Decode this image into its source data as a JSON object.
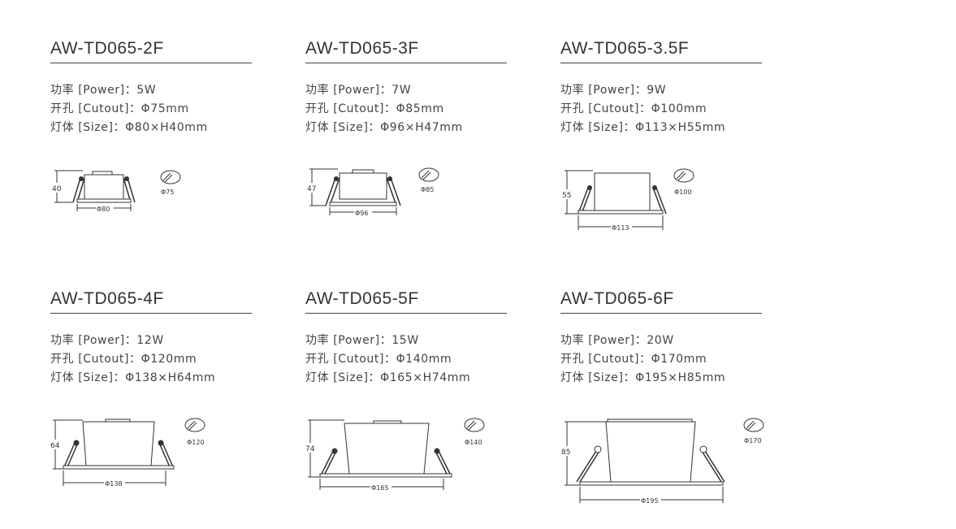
{
  "products": [
    {
      "model": "AW-TD065-2F",
      "power": "功率 [Power]：5W",
      "cutout": "开孔 [Cutout]：Φ75mm",
      "size": "灯体 [Size]：Φ80×H40mm",
      "drawing": {
        "height": "40",
        "width": "Φ80",
        "cutout": "Φ75"
      }
    },
    {
      "model": "AW-TD065-3F",
      "power": "功率 [Power]：7W",
      "cutout": "开孔 [Cutout]：Φ85mm",
      "size": "灯体 [Size]：Φ96×H47mm",
      "drawing": {
        "height": "47",
        "width": "Φ96",
        "cutout": "Φ85"
      }
    },
    {
      "model": "AW-TD065-3.5F",
      "power": "功率 [Power]：9W",
      "cutout": "开孔 [Cutout]：Φ100mm",
      "size": "灯体 [Size]：Φ113×H55mm",
      "drawing": {
        "height": "55",
        "width": "Φ113",
        "cutout": "Φ100"
      }
    },
    {
      "model": "AW-TD065-4F",
      "power": "功率 [Power]：12W",
      "cutout": "开孔 [Cutout]：Φ120mm",
      "size": "灯体 [Size]：Φ138×H64mm",
      "drawing": {
        "height": "64",
        "width": "Φ138",
        "cutout": "Φ120"
      }
    },
    {
      "model": "AW-TD065-5F",
      "power": "功率 [Power]：15W",
      "cutout": "开孔 [Cutout]：Φ140mm",
      "size": "灯体 [Size]：Φ165×H74mm",
      "drawing": {
        "height": "74",
        "width": "Φ165",
        "cutout": "Φ140"
      }
    },
    {
      "model": "AW-TD065-6F",
      "power": "功率 [Power]：20W",
      "cutout": "开孔 [Cutout]：Φ170mm",
      "size": "灯体 [Size]：Φ195×H85mm",
      "drawing": {
        "height": "85",
        "width": "Φ195",
        "cutout": "Φ170"
      }
    }
  ],
  "colors": {
    "line": "#333333",
    "text": "#444444",
    "background": "#ffffff"
  },
  "icon": "cutout-hole-icon"
}
